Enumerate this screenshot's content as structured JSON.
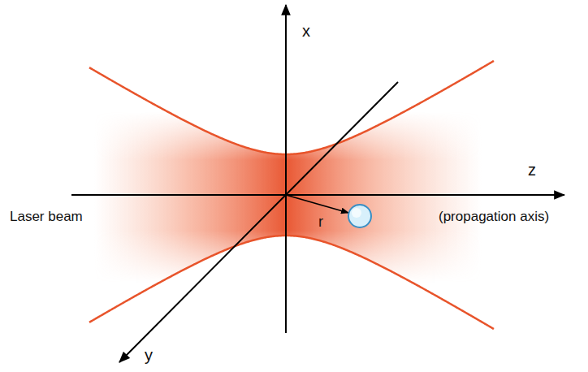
{
  "diagram": {
    "labels": [
      "x",
      "z",
      "y",
      "Laser beam",
      "(propagation axis)",
      "r"
    ]
  }
}
